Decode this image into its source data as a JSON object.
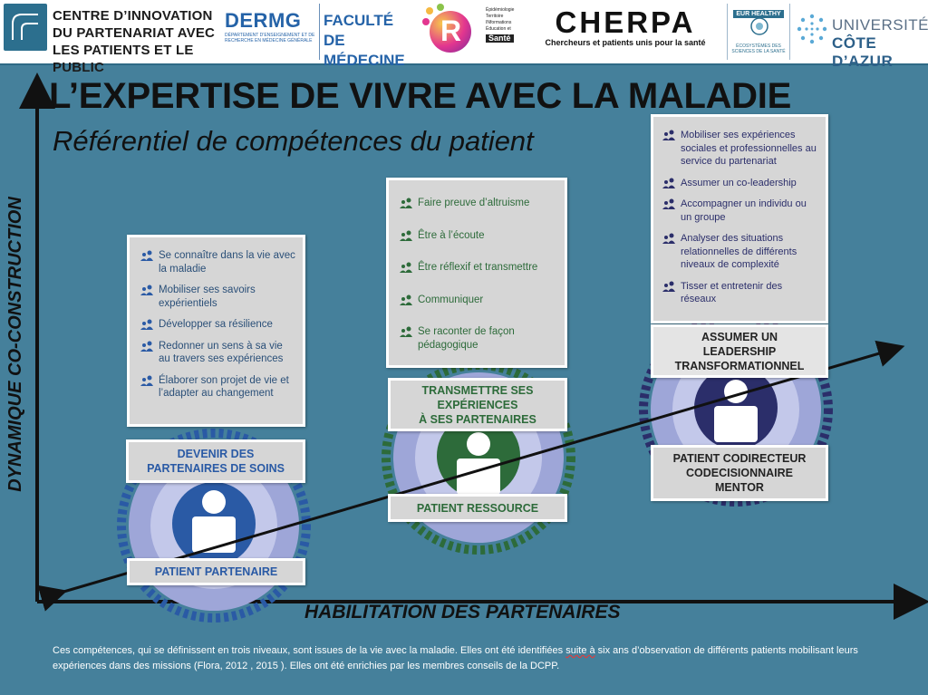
{
  "header": {
    "centre_lines": [
      "CENTRE D’INNOVATION",
      "DU PARTENARIAT AVEC",
      "LES PATIENTS ET LE PUBLIC"
    ],
    "dermg": {
      "name": "DERMG",
      "subtext": "DÉPARTEMENT D’ENSEIGNEMENT ET DE RECHERCHE EN MÉDECINE GÉNÉRALE"
    },
    "faculte_lines": [
      "FACULTÉ",
      "DE MÉDECINE"
    ],
    "r_letter": "R",
    "r_list": [
      "Épidémiologie",
      "Territoire",
      "INformations",
      "Éducation et"
    ],
    "r_sante": "Santé",
    "cherpa": {
      "name": "CHERPA",
      "tagline": "Chercheurs et patients unis pour la santé"
    },
    "eur": {
      "tag": "EUR HEALTHY",
      "subtext": "ÉCOSYSTÈMES DES SCIENCES DE LA SANTÉ"
    },
    "universite": {
      "line1": "UNIVERSITÉ",
      "line2": "CÔTE D’AZUR"
    }
  },
  "title": "L’EXPERTISE DE VIVRE AVEC LA MALADIE",
  "subtitle": "Référentiel de compétences du patient",
  "axes": {
    "y_label": "DYNAMIQUE CO-CONSTRUCTION",
    "x_label": "HABILITATION DES PARTENAIRES"
  },
  "levels": [
    {
      "skills": [
        "Se connaître dans la vie avec la maladie",
        "Mobiliser ses savoirs expérientiels",
        "Développer sa résilience",
        "Redonner un sens à sa vie au travers ses expériences",
        "Élaborer son projet de vie et l’adapter au changement"
      ],
      "title_lines": [
        "DEVENIR DES",
        "PARTENAIRES DE SOINS"
      ],
      "status": "PATIENT PARTENAIRE",
      "color": "#2a5aa5"
    },
    {
      "skills": [
        "Faire preuve d’altruisme",
        "Être à l’écoute",
        "Être réflexif et transmettre",
        "Communiquer",
        "Se raconter de façon pédagogique"
      ],
      "title_lines": [
        "TRANSMETTRE SES",
        "EXPÉRIENCES",
        "À SES PARTENAIRES"
      ],
      "status": "PATIENT RESSOURCE",
      "color": "#2d6b3a"
    },
    {
      "skills": [
        "Mobiliser ses expériences sociales et professionnelles au service du partenariat",
        "Assumer un co-leadership",
        "Accompagner un individu ou un groupe",
        "Analyser des situations relationnelles de différents niveaux de complexité",
        "Tisser et entretenir des réseaux"
      ],
      "title_lines": [
        "ASSUMER UN",
        "LEADERSHIP",
        "TRANSFORMATIONNEL"
      ],
      "status_lines": [
        "PATIENT CODIRECTEUR",
        "CODECISIONNAIRE",
        "MENTOR"
      ],
      "color": "#2b2e6a"
    }
  ],
  "footnote": {
    "part1": "Ces compétences, qui se définissent en trois niveaux, sont issues de la vie avec la maladie. Elles ont été identifiées ",
    "underlined": "suite à",
    "part2": " six ans d’observation de différents patients mobilisant leurs expériences dans des missions (Flora, 2012 , 2015 ). Elles ont été enrichies par les membres conseils de la DCPP."
  },
  "icons": [
    "person-icon",
    "gear-ring",
    "people-bullet-icon"
  ],
  "colors": {
    "background": "#45809b",
    "panel": "#d6d6d6",
    "gear_blue": "#2a5aa5",
    "gear_green": "#2d6b3a",
    "gear_navy": "#2b2e6a"
  }
}
